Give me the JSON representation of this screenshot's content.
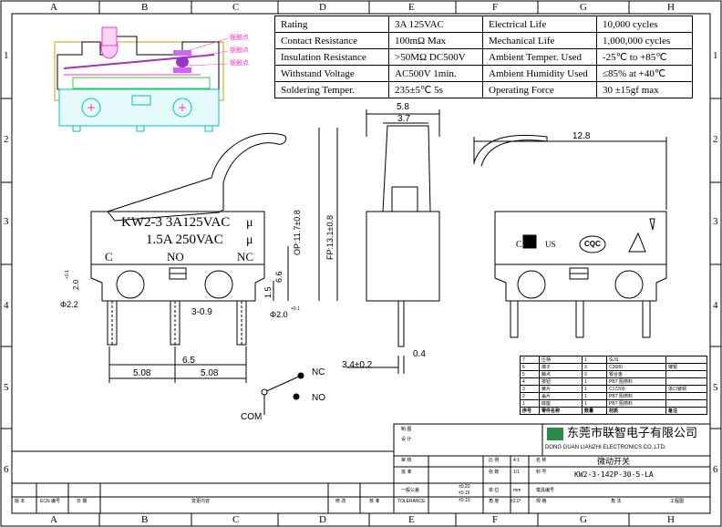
{
  "grid": {
    "columns": [
      "A",
      "B",
      "C",
      "D",
      "E",
      "F",
      "G",
      "H"
    ],
    "rows": [
      "1",
      "2",
      "3",
      "4",
      "5",
      "6"
    ]
  },
  "spec_table": {
    "rows": [
      {
        "label": "Rating",
        "value": "3A  125VAC",
        "label2": "Electrical Life",
        "value2": "10,000 cycles"
      },
      {
        "label": "Contact Resistance",
        "value": "100mΩ  Max",
        "label2": "Mechanical Life",
        "value2": "1,000,000 cycles"
      },
      {
        "label": "Insulation Resistance",
        "value": ">50MΩ  DC500V",
        "label2": "Ambient Temper. Used",
        "value2": "-25℃ to +85℃"
      },
      {
        "label": "Withstand Voltage",
        "value": "AC500V  1min.",
        "label2": "Ambient Humidity Used",
        "value2": "≤85% at +40℃"
      },
      {
        "label": "Soldering Temper.",
        "value": "235±5℃ 5s",
        "label2": "Operating Force",
        "value2": "30 ±15gf max"
      }
    ]
  },
  "cross_section_labels": [
    "银触点",
    "银触点",
    "银触点"
  ],
  "front_view": {
    "marking_line1": "KW2-3  3A125VAC",
    "marking_line2": "1.5A  250VAC",
    "terminal_c": "C",
    "terminal_no": "NO",
    "terminal_nc": "NC",
    "dim_h1": "OP:11.7±0.8",
    "dim_h2": "FP:13.1±0.8",
    "dim_66": "6.6",
    "dim_15": "1.5",
    "dim_22": "Φ2.2",
    "dim_20": "2.0",
    "dim_20_tol": "+0.1",
    "dim_hole": "Φ2.0",
    "dim_hole_tol": "+0.1",
    "dim_pin": "3-0.9",
    "dim_65": "6.5",
    "dim_508a": "5.08",
    "dim_508b": "5.08"
  },
  "side_view": {
    "dim_58": "5.8",
    "dim_37": "3.7",
    "dim_04": "0.4",
    "dim_34": "3.4±0.2"
  },
  "right_view": {
    "dim_128": "12.8",
    "cert_c": "C",
    "cert_us": "US",
    "cert_ccc": "CQC"
  },
  "schematic": {
    "nc": "NC",
    "no": "NO",
    "com": "COM"
  },
  "bom": {
    "header": [
      "序号",
      "零件名称",
      "数量",
      "材质",
      "备注"
    ],
    "rows": [
      [
        "7",
        "压柄",
        "1",
        "SUS",
        ""
      ],
      [
        "6",
        "端子",
        "3",
        "C2680",
        "镀银"
      ],
      [
        "5",
        "触点",
        "3",
        "银合金",
        ""
      ],
      [
        "4",
        "按钮",
        "1",
        "PBT  阻燃料",
        ""
      ],
      [
        "3",
        "簧片",
        "1",
        "C17200",
        "进口铍铜"
      ],
      [
        "2",
        "盖片",
        "1",
        "PBT  阻燃料",
        ""
      ],
      [
        "1",
        "底座",
        "1",
        "PBT  阻燃料",
        ""
      ]
    ]
  },
  "title_block": {
    "company_cn": "东莞市联智电子有限公司",
    "company_en": "DONG GUAN LIANZHI ELECTRONICS CO.,LTD.",
    "part_name": "微动开关",
    "part_number": "KW2-3-142P-30-5-LA",
    "scale": "4:1",
    "sheet": "1/1",
    "tol_1": "±0.20",
    "tol_2": "±0.15",
    "tol_3": "±0.10",
    "tol_angle": "±3.0°",
    "unit": "mm",
    "labels": {
      "drawn": "制 图",
      "design": "设 计",
      "checked": "审 核",
      "approve": "批 准",
      "scale": "比 例",
      "sheet": "张 数",
      "name": "名 称",
      "no": "料 号",
      "general": "一般公差",
      "tolerance": "TOLERANCE",
      "unit": "单 位",
      "angles": "角 度",
      "model": "模具编号",
      "size": "规 格",
      "proj": "角 法",
      "dwg": "工程图"
    },
    "rev_headers": [
      "版 本",
      "ECN 编号",
      "日 期",
      "变更内容",
      "修 改",
      "核 准"
    ]
  },
  "colors": {
    "pink": "#ff33cc",
    "cyan": "#00bfbf",
    "green": "#33cc33",
    "purple": "#9933cc",
    "logo_green": "#2a8a4a"
  }
}
